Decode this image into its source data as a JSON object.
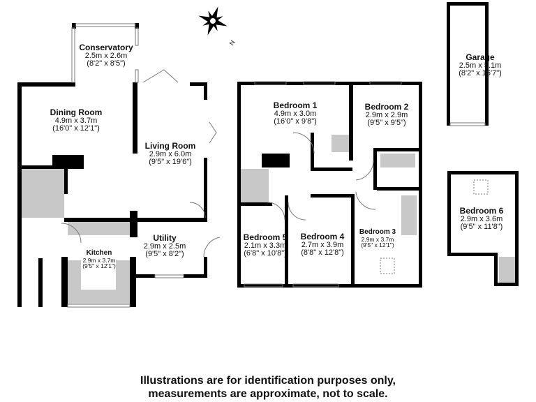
{
  "compass": {
    "north_label": "N"
  },
  "rooms": [
    {
      "name": "Conservatory",
      "metric": "2.5m x 2.6m",
      "imperial": "(8'2\" x 8'5\")"
    },
    {
      "name": "Dining Room",
      "metric": "4.9m x 3.7m",
      "imperial": "(16'0\" x 12'1\")"
    },
    {
      "name": "Living Room",
      "metric": "2.9m x 6.0m",
      "imperial": "(9'5\" x 19'6\")"
    },
    {
      "name": "Utility",
      "metric": "2.9m x 2.5m",
      "imperial": "(9'5\" x 8'2\")"
    },
    {
      "name": "Kitchen",
      "metric": "2.9m x 3.7m",
      "imperial": "(9'5\" x 12'1\")"
    },
    {
      "name": "Bedroom 1",
      "metric": "4.9m x 3.0m",
      "imperial": "(16'0\" x 9'8\")"
    },
    {
      "name": "Bedroom 2",
      "metric": "2.9m x 2.9m",
      "imperial": "(9'5\" x 9'5\")"
    },
    {
      "name": "Bedroom 5",
      "metric": "2.1m x 3.3m",
      "imperial": "(6'8\" x 10'8\")"
    },
    {
      "name": "Bedroom 4",
      "metric": "2.7m x 3.9m",
      "imperial": "(8'8\" x 12'8\")"
    },
    {
      "name": "Bedroom 3",
      "metric": "2.9m x 3.7m",
      "imperial": "(9'5\" x 12'1\")"
    },
    {
      "name": "Garage",
      "metric": "2.5m x 5.1m",
      "imperial": "(8'2\" x 16'7\")"
    },
    {
      "name": "Bedroom 6",
      "metric": "2.9m x 3.6m",
      "imperial": "(9'5\" x 11'8\")"
    }
  ],
  "disclaimer": {
    "line1": "Illustrations are for identification purposes only,",
    "line2": "measurements are approximate, not to scale."
  }
}
